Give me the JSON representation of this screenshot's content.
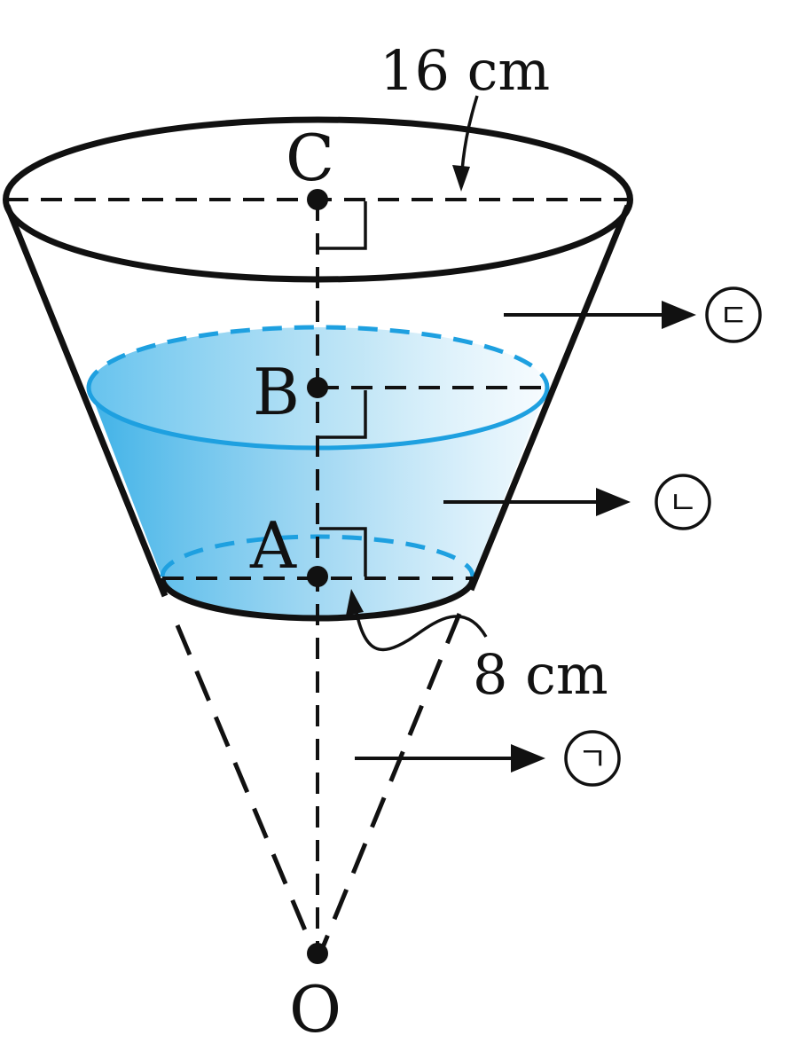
{
  "diagram": {
    "points": {
      "C": "C",
      "B": "B",
      "A": "A",
      "O": "O"
    },
    "dimensions": {
      "top_radius": "16 cm",
      "bottom_radius": "8 cm"
    },
    "regions": {
      "upper": "ㄷ",
      "middle": "ㄴ",
      "lower": "ㄱ"
    },
    "colors": {
      "water": "#2aa7e1",
      "water_edge": "#1ea0e0",
      "stroke": "#111111"
    }
  }
}
